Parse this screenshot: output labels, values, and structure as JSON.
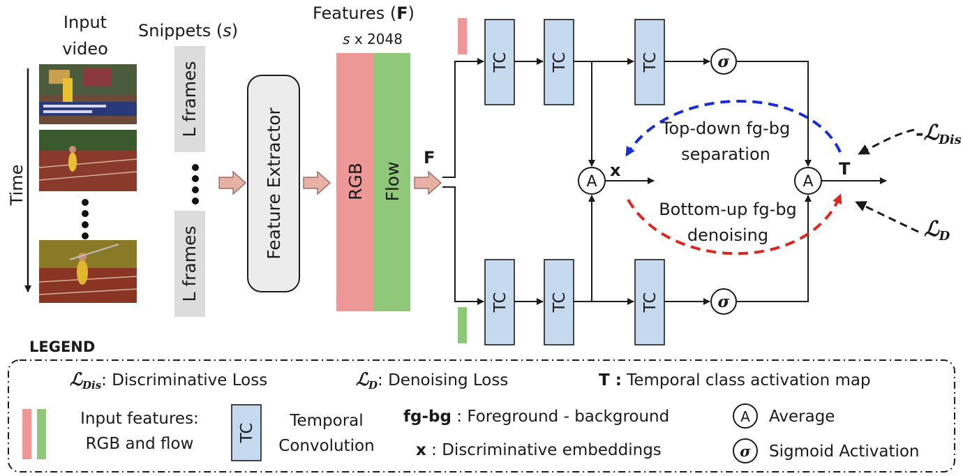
{
  "input": {
    "title_line1": "Input",
    "title_line2": "video",
    "time_label": "Time"
  },
  "snippets": {
    "title": "Snippets (",
    "title_var": "s",
    "title_close": ")",
    "frame_label_top": "L frames",
    "frame_label_bottom": "L frames"
  },
  "extractor": {
    "label": "Feature Extractor"
  },
  "features": {
    "title": "Features (",
    "title_var": "F",
    "title_close": ")",
    "dims_var": "s",
    "dims_rest": " x 2048",
    "rgb_label": "RGB",
    "flow_label": "Flow",
    "rgb_color": "#eb9896",
    "flow_color": "#8ec878"
  },
  "network": {
    "F_label": "F",
    "tc_label": "TC",
    "tc_color": "#c6daef",
    "sigma_symbol": "σ",
    "avg_symbol": "A",
    "x_label": "x",
    "T_label": "T",
    "topdown_line1": "Top-down fg-bg",
    "topdown_line2": "separation",
    "bottomup_line1": "Bottom-up fg-bg",
    "bottomup_line2": "denoising",
    "topdown_color": "#1a2bdc",
    "bottomup_color": "#e0241f",
    "loss_dis_sign": "-",
    "loss_symbol": "ℒ",
    "loss_dis_sub": "Dis",
    "loss_d_sub": "D"
  },
  "legend": {
    "heading": "LEGEND",
    "loss_symbol": "ℒ",
    "dis_sub": "Dis",
    "dis_text": ": Discriminative Loss",
    "d_sub": "D",
    "d_text": ": Denoising Loss",
    "t_bold": "T :",
    "t_text": " Temporal class activation map",
    "features_line1": "Input features:",
    "features_line2": "RGB and flow",
    "tc_box": "TC",
    "tc_line1": "Temporal",
    "tc_line2": "Convolution",
    "fgbg_bold": "fg-bg",
    "fgbg_text": " : Foreground - background",
    "x_bold": "x",
    "x_text": " : Discriminative embeddings",
    "avg_symbol": "A",
    "avg_text": "Average",
    "sigma_symbol": "σ",
    "sigma_text": "Sigmoid Activation"
  },
  "colors": {
    "arrow_fill": "#e8b1a5",
    "snippet_fill": "#dcdcdc",
    "extractor_fill": "#ececec",
    "line": "#1a1a1a"
  }
}
